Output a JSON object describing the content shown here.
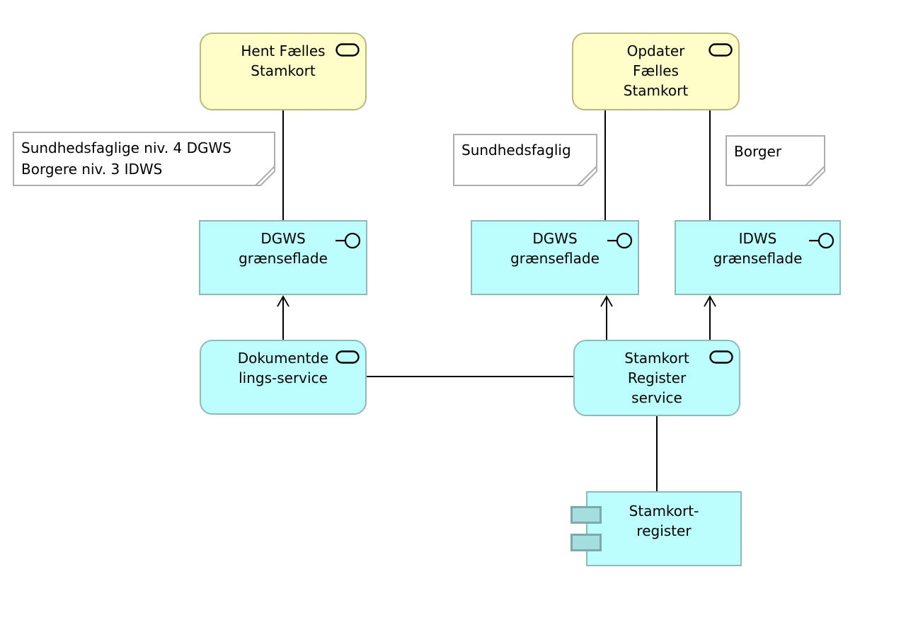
{
  "diagram": {
    "kind": "archimate-application-diagram",
    "language": "Danish"
  },
  "nodes": {
    "hent_faelles_stamkort": {
      "label": "Hent Fælles\nStamkort",
      "type": "application-service"
    },
    "opdater_faelles_stamkort": {
      "label": "Opdater\nFælles\nStamkort",
      "type": "application-service"
    },
    "dgws_graenseflade_hent": {
      "label": "DGWS\ngrænseflade",
      "type": "application-interface"
    },
    "dgws_graenseflade_opdater": {
      "label": "DGWS\ngrænseflade",
      "type": "application-interface"
    },
    "idws_graenseflade": {
      "label": "IDWS\ngrænseflade",
      "type": "application-interface"
    },
    "dokumentdelings_service": {
      "label": "Dokumentde\nlings-service",
      "type": "application-service"
    },
    "stamkort_register_service": {
      "label": "Stamkort\nRegister\nservice",
      "type": "application-service"
    },
    "stamkort_register": {
      "label": "Stamkort-\nregister",
      "type": "application-component"
    }
  },
  "notes": {
    "niveau_note": {
      "text": "Sundhedsfaglige niv. 4 DGWS\nBorgere niv. 3 IDWS"
    },
    "sundhedsfaglig_note": {
      "text": "Sundhedsfaglig"
    },
    "borger_note": {
      "text": "Borger"
    }
  },
  "connections": [
    {
      "id": "hent-to-dgws-hent",
      "from": "hent_faelles_stamkort",
      "to": "dgws_graenseflade_hent",
      "style": "plain-line"
    },
    {
      "id": "opdater-to-dgws-opdater",
      "from": "opdater_faelles_stamkort",
      "to": "dgws_graenseflade_opdater",
      "style": "plain-line"
    },
    {
      "id": "opdater-to-idws",
      "from": "opdater_faelles_stamkort",
      "to": "idws_graenseflade",
      "style": "plain-line"
    },
    {
      "id": "dokumentdelings-to-dgws-hent",
      "from": "dokumentdelings_service",
      "to": "dgws_graenseflade_hent",
      "style": "open-arrow-up"
    },
    {
      "id": "stamkortservice-to-dgws-opdater",
      "from": "stamkort_register_service",
      "to": "dgws_graenseflade_opdater",
      "style": "open-arrow-up"
    },
    {
      "id": "stamkortservice-to-idws",
      "from": "stamkort_register_service",
      "to": "idws_graenseflade",
      "style": "open-arrow-up"
    },
    {
      "id": "dokumentdelings-to-stamkortservice",
      "from": "dokumentdelings_service",
      "to": "stamkort_register_service",
      "style": "plain-line"
    },
    {
      "id": "stamkortservice-to-stamkortregister",
      "from": "stamkort_register_service",
      "to": "stamkort_register",
      "style": "plain-line"
    }
  ],
  "colors": {
    "service_fill": "#FFFEC9",
    "service_border": "#B9B97C",
    "application_fill": "#BCFDFD",
    "application_border": "#8FB9B9",
    "component_tab_fill": "#A5DEDE",
    "component_tab_border": "#7BAAAA",
    "note_fill": "#FFFFFF",
    "note_border": "#ADADAD",
    "connector": "#000000",
    "text": "#000000"
  }
}
